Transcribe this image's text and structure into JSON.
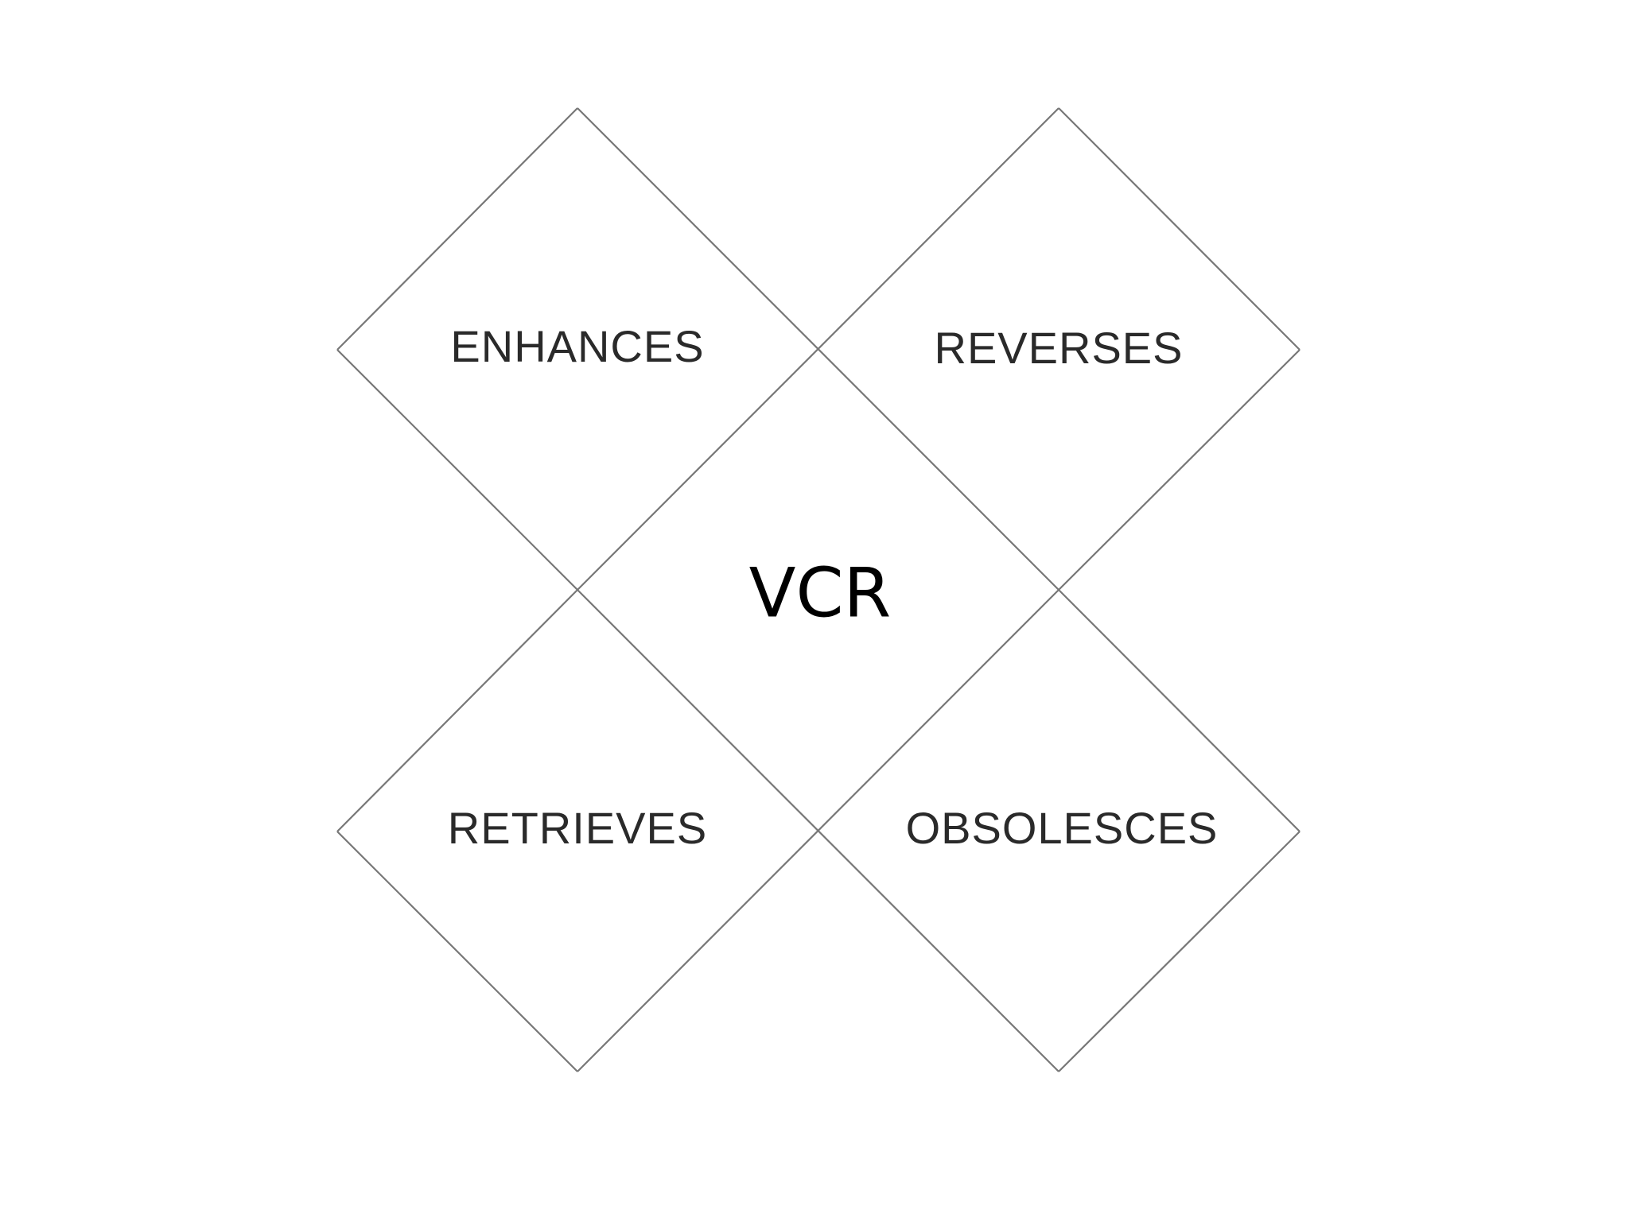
{
  "diagram": {
    "center": "VCR",
    "quadrants": {
      "top_left": "ENHANCES",
      "top_right": "REVERSES",
      "bottom_left": "RETRIEVES",
      "bottom_right": "OBSOLESCES"
    },
    "colors": {
      "line": "#777777",
      "label": "#2a2a2a",
      "center_text": "#000000",
      "background": "#ffffff"
    }
  }
}
